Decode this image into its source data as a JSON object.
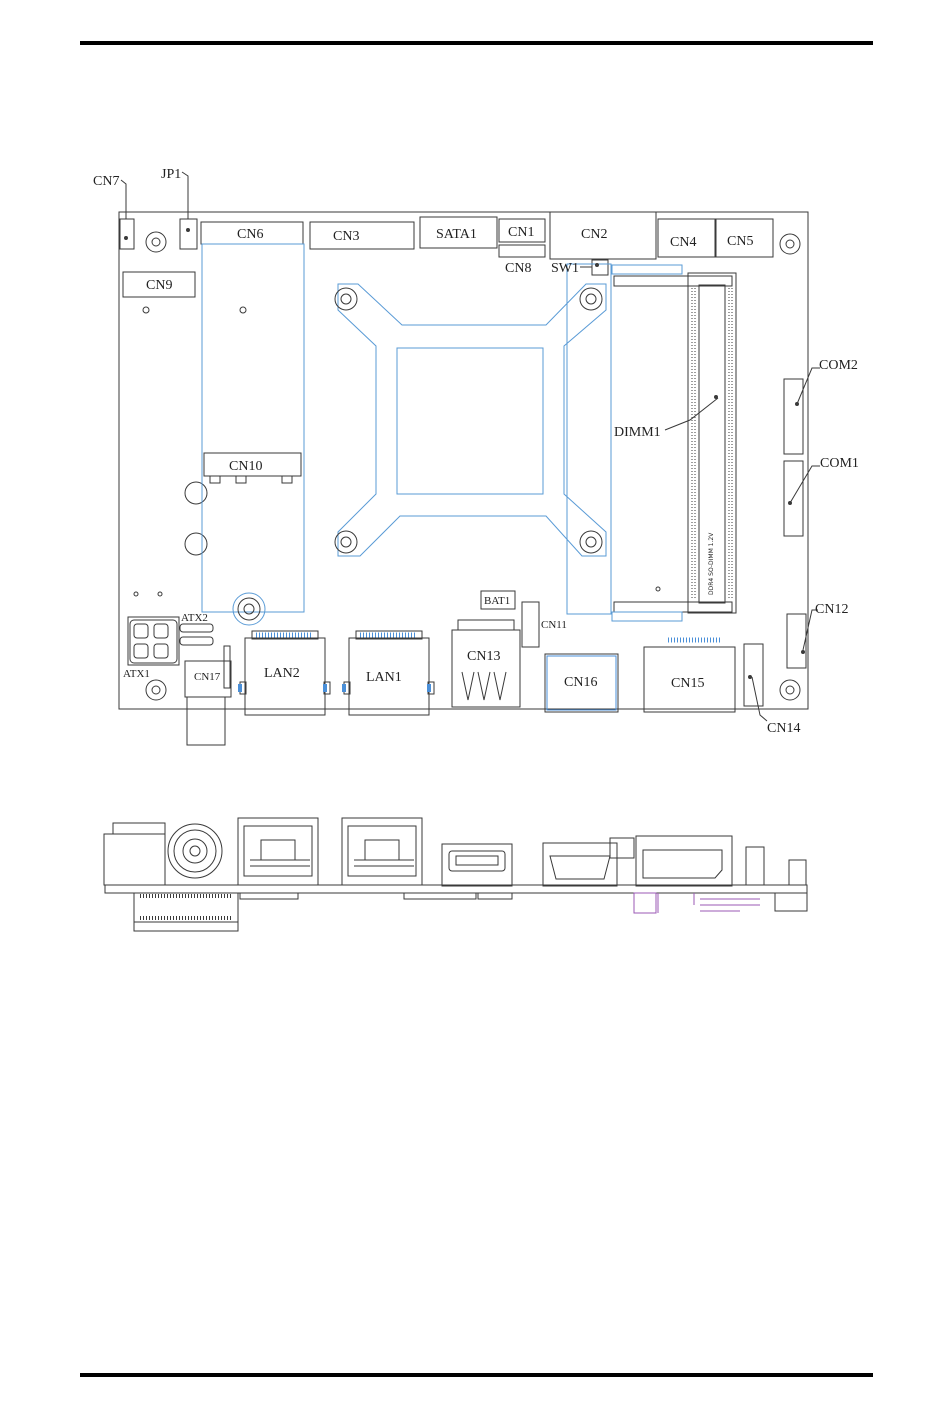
{
  "labels": {
    "cn7": "CN7",
    "jp1": "JP1",
    "cn6": "CN6",
    "cn3": "CN3",
    "sata1": "SATA1",
    "cn1": "CN1",
    "cn2": "CN2",
    "cn4": "CN4",
    "cn5": "CN5",
    "cn8": "CN8",
    "sw1": "SW1",
    "cn9": "CN9",
    "com2": "COM2",
    "dimm1": "DIMM1",
    "com1": "COM1",
    "cn10": "CN10",
    "bat1": "BAT1",
    "cn11": "CN11",
    "cn12": "CN12",
    "atx2": "ATX2",
    "atx1": "ATX1",
    "cn17": "CN17",
    "lan2": "LAN2",
    "lan1": "LAN1",
    "cn13": "CN13",
    "cn16": "CN16",
    "cn15": "CN15",
    "cn14": "CN14",
    "dimm_vertical": "DDR4 SO-DIMM 1.2V"
  },
  "colors": {
    "outline": "#3a3a3a",
    "heatsink": "#5a9bd6",
    "pinheader": "#4a8fd8",
    "purple": "#9b59b6"
  }
}
